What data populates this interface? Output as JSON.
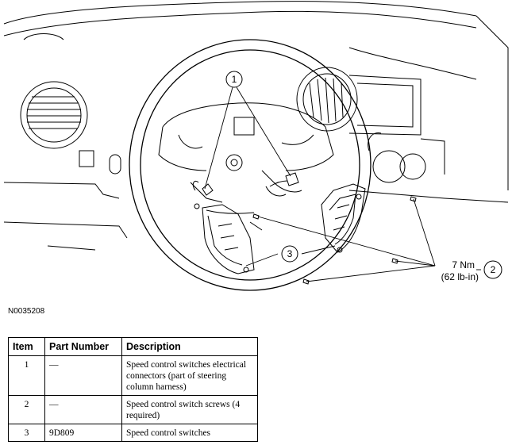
{
  "callouts": [
    {
      "number": "1"
    },
    {
      "number": "2"
    },
    {
      "number": "3"
    }
  ],
  "torque": {
    "metric": "7 Nm",
    "imperial": "(62 lb-in)"
  },
  "reference_code": "N0035208",
  "table": {
    "headers": [
      "Item",
      "Part Number",
      "Description"
    ],
    "rows": [
      {
        "item": "1",
        "part_number": "—",
        "description": "Speed control switches electrical connectors (part of steering column harness)"
      },
      {
        "item": "2",
        "part_number": "—",
        "description": "Speed control switch screws (4 required)"
      },
      {
        "item": "3",
        "part_number": "9D809",
        "description": "Speed control switches"
      }
    ]
  }
}
